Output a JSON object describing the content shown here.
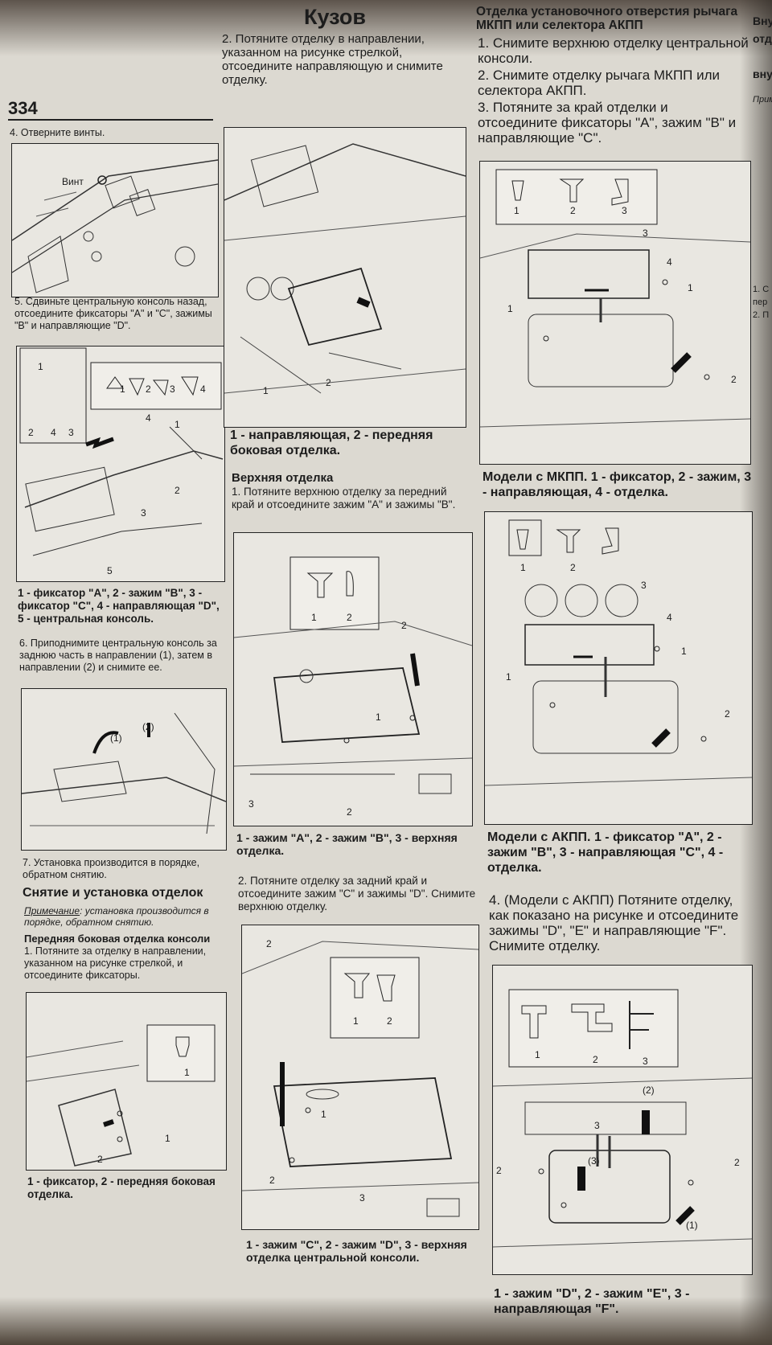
{
  "header": {
    "title": "Кузов",
    "page_number": "334"
  },
  "col1": {
    "step4": "4. Отверните винты.",
    "fig1_label": "Винт",
    "step5": "5. Сдвиньте центральную консоль назад, отсоедините фиксаторы \"A\" и \"C\", зажимы \"B\" и направляющие \"D\".",
    "fig2_numbers": [
      "1",
      "2",
      "3",
      "4",
      "5"
    ],
    "fig2_caption": "1 - фиксатор \"A\", 2 - зажим \"B\", 3 - фиксатор \"C\", 4 - направляющая \"D\", 5 - центральная консоль.",
    "step6": "6. Приподнимите центральную консоль за заднюю часть в направлении (1), затем в направлении (2) и снимите ее.",
    "fig3_labels": [
      "(1)",
      "(2)"
    ],
    "step7": "7. Установка производится в порядке, обратном снятию.",
    "section_title": "Снятие и установка отделок",
    "note_label": "Примечание",
    "note_text": ": установка производится в порядке, обратном снятию.",
    "subsection": "Передняя боковая отделка консоли",
    "sub_step1": "1. Потяните за отделку в направлении, указанном на рисунке стрелкой, и отсоедините фиксаторы.",
    "fig4_caption": "1 - фиксатор, 2 - передняя боковая отделка."
  },
  "col2": {
    "step2": "2. Потяните отделку в направлении, указанном на рисунке стрелкой, отсоедините направляющую и снимите отделку.",
    "fig5_caption": "1 - направляющая, 2 - передняя боковая отделка.",
    "subsection": "Верхняя отделка",
    "sub_step1": "1. Потяните верхнюю отделку за передний край и отсоедините зажим \"A\" и зажимы \"B\".",
    "fig6_caption": "1 - зажим \"A\", 2 - зажим \"B\", 3 - верхняя отделка.",
    "sub_step2": "2. Потяните отделку за задний край и отсоедините зажим \"C\" и зажимы \"D\". Снимите верхнюю отделку.",
    "fig7_caption": "1 - зажим \"C\", 2 - зажим \"D\", 3 - верхняя отделка центральной консоли."
  },
  "col3": {
    "title": "Отделка установочного отверстия рычага МКПП или селектора АКПП",
    "step1": "1. Снимите верхнюю отделку центральной консоли.",
    "step2": "2. Снимите отделку рычага МКПП или селектора АКПП.",
    "step3": "3. Потяните за край отделки и отсоедините фиксаторы \"A\", зажим \"B\" и направляющие \"C\".",
    "fig8_caption": "Модели с МКПП. 1 - фиксатор, 2 - зажим, 3 - направляющая, 4 - отделка.",
    "fig9_caption": "Модели с АКПП. 1 - фиксатор \"A\", 2 - зажим \"B\", 3 - направляющая \"C\", 4 - отделка.",
    "step4": "4. (Модели с АКПП) Потяните отделку, как показано на рисунке и отсоедините зажимы \"D\", \"E\" и направляющие \"F\". Снимите отделку.",
    "fig10_caption": "1 - зажим \"D\", 2 - зажим \"E\", 3 - направляющая \"F\"."
  },
  "col4": {
    "fragments": [
      "Вну",
      "отд",
      "вну",
      "Прим",
      "1. С",
      "пер",
      "2. П"
    ]
  },
  "numbers": {
    "n1": "1",
    "n2": "2",
    "n3": "3",
    "n4": "4",
    "p1": "(1)",
    "p2": "(2)",
    "p3": "(3)"
  }
}
